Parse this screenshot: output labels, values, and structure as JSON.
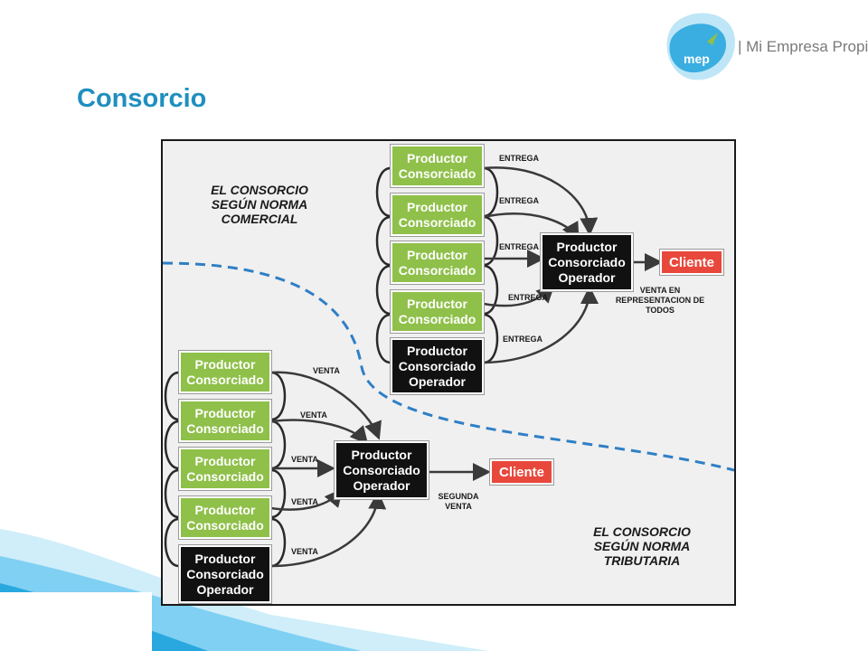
{
  "title": "Consorcio",
  "logo": {
    "mark": "mep",
    "text": "| Mi Empresa Propia"
  },
  "colors": {
    "title": "#1f8fbf",
    "node_green": "#8fc04a",
    "node_black": "#111111",
    "node_red": "#e8483c",
    "divider": "#2f7fc5",
    "wave": "#29a8e0"
  },
  "commercial": {
    "heading": "EL CONSORCIO\nSEGÚN NORMA\nCOMERCIAL",
    "members": [
      "Productor\nConsorciado",
      "Productor\nConsorciado",
      "Productor\nConsorciado",
      "Productor\nConsorciado",
      "Productor\nConsorciado\nOperador"
    ],
    "edge_labels": [
      "ENTREGA",
      "ENTREGA",
      "ENTREGA",
      "ENTREGA",
      "ENTREGA"
    ],
    "operator": "Productor\nConsorciado\nOperador",
    "client": "Cliente",
    "sale_note": "VENTA EN\nREPRESENTACION DE\nTODOS"
  },
  "tax": {
    "heading": "EL CONSORCIO\nSEGÚN NORMA\nTRIBUTARIA",
    "members": [
      "Productor\nConsorciado",
      "Productor\nConsorciado",
      "Productor\nConsorciado",
      "Productor\nConsorciado",
      "Productor\nConsorciado\nOperador"
    ],
    "edge_labels": [
      "VENTA",
      "VENTA",
      "VENTA",
      "VENTA",
      "VENTA"
    ],
    "operator": "Productor\nConsorciado\nOperador",
    "client": "Cliente",
    "sale_note": "SEGUNDA\nVENTA"
  }
}
